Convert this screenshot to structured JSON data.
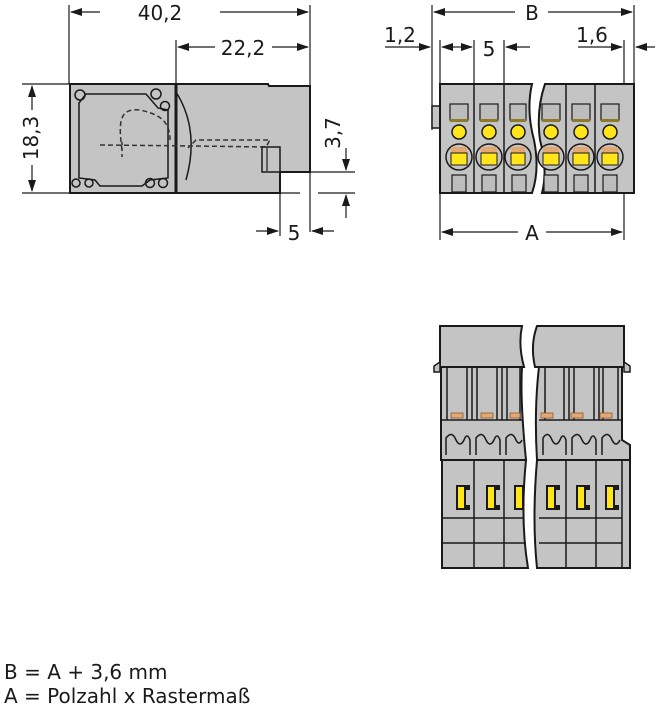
{
  "side_view": {
    "dim_total_length": "40,2",
    "dim_partial_length": "22,2",
    "dim_height": "18,3",
    "dim_offset_height": "3,7",
    "dim_offset_width": "5"
  },
  "front_view": {
    "dim_b": "B",
    "dim_a": "A",
    "dim_left_margin": "1,2",
    "dim_pitch": "5",
    "dim_right_margin": "1,6"
  },
  "mated_view": {
    "description": "mated connector pair"
  },
  "formulas": {
    "line1": "B = A + 3,6 mm",
    "line2": "A = Polzahl x Rastermaß"
  },
  "colors": {
    "housing_gray": "#c4c4c4",
    "outline": "#1a1a1a",
    "contact_yellow": "#ffe51a",
    "contact_copper": "#e6a873"
  }
}
